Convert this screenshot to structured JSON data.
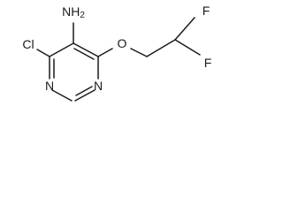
{
  "molecule": {
    "atoms": {
      "amine": "NH2",
      "chlorine": "Cl",
      "ether_oxygen": "O",
      "fluorine_upper": "F",
      "fluorine_lower": "F",
      "ring_nitrogen_left": "N",
      "ring_nitrogen_right": "N"
    },
    "colors": {
      "bond": "#1a1a1a",
      "label": "#1a1a1a",
      "background": "#ffffff"
    }
  }
}
